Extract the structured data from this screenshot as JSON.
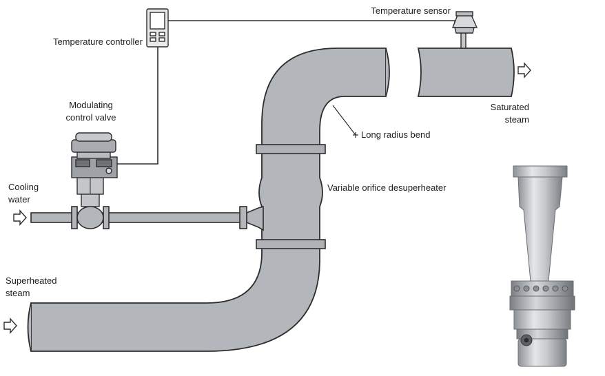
{
  "labels": {
    "temperature_sensor": "Temperature sensor",
    "temperature_controller": "Temperature controller",
    "modulating_valve_line1": "Modulating",
    "modulating_valve_line2": "control valve",
    "cooling_water_line1": "Cooling",
    "cooling_water_line2": "water",
    "superheated_line1": "Superheated",
    "superheated_line2": "steam",
    "saturated_line1": "Saturated",
    "saturated_line2": "steam",
    "long_radius_bend": "Long radius bend",
    "desuperheater": "Variable orifice desuperheater"
  },
  "colors": {
    "pipe_fill": "#b3b6ba",
    "pipe_stroke": "#2d2d2d",
    "flange_fill": "#aeb1b5",
    "signal_line": "#2d2d2d",
    "photo_metal": "#c9cbce"
  },
  "icons": {
    "flow_arrow": "hollow-right-arrow",
    "photo": "desuperheater-product-photo"
  }
}
